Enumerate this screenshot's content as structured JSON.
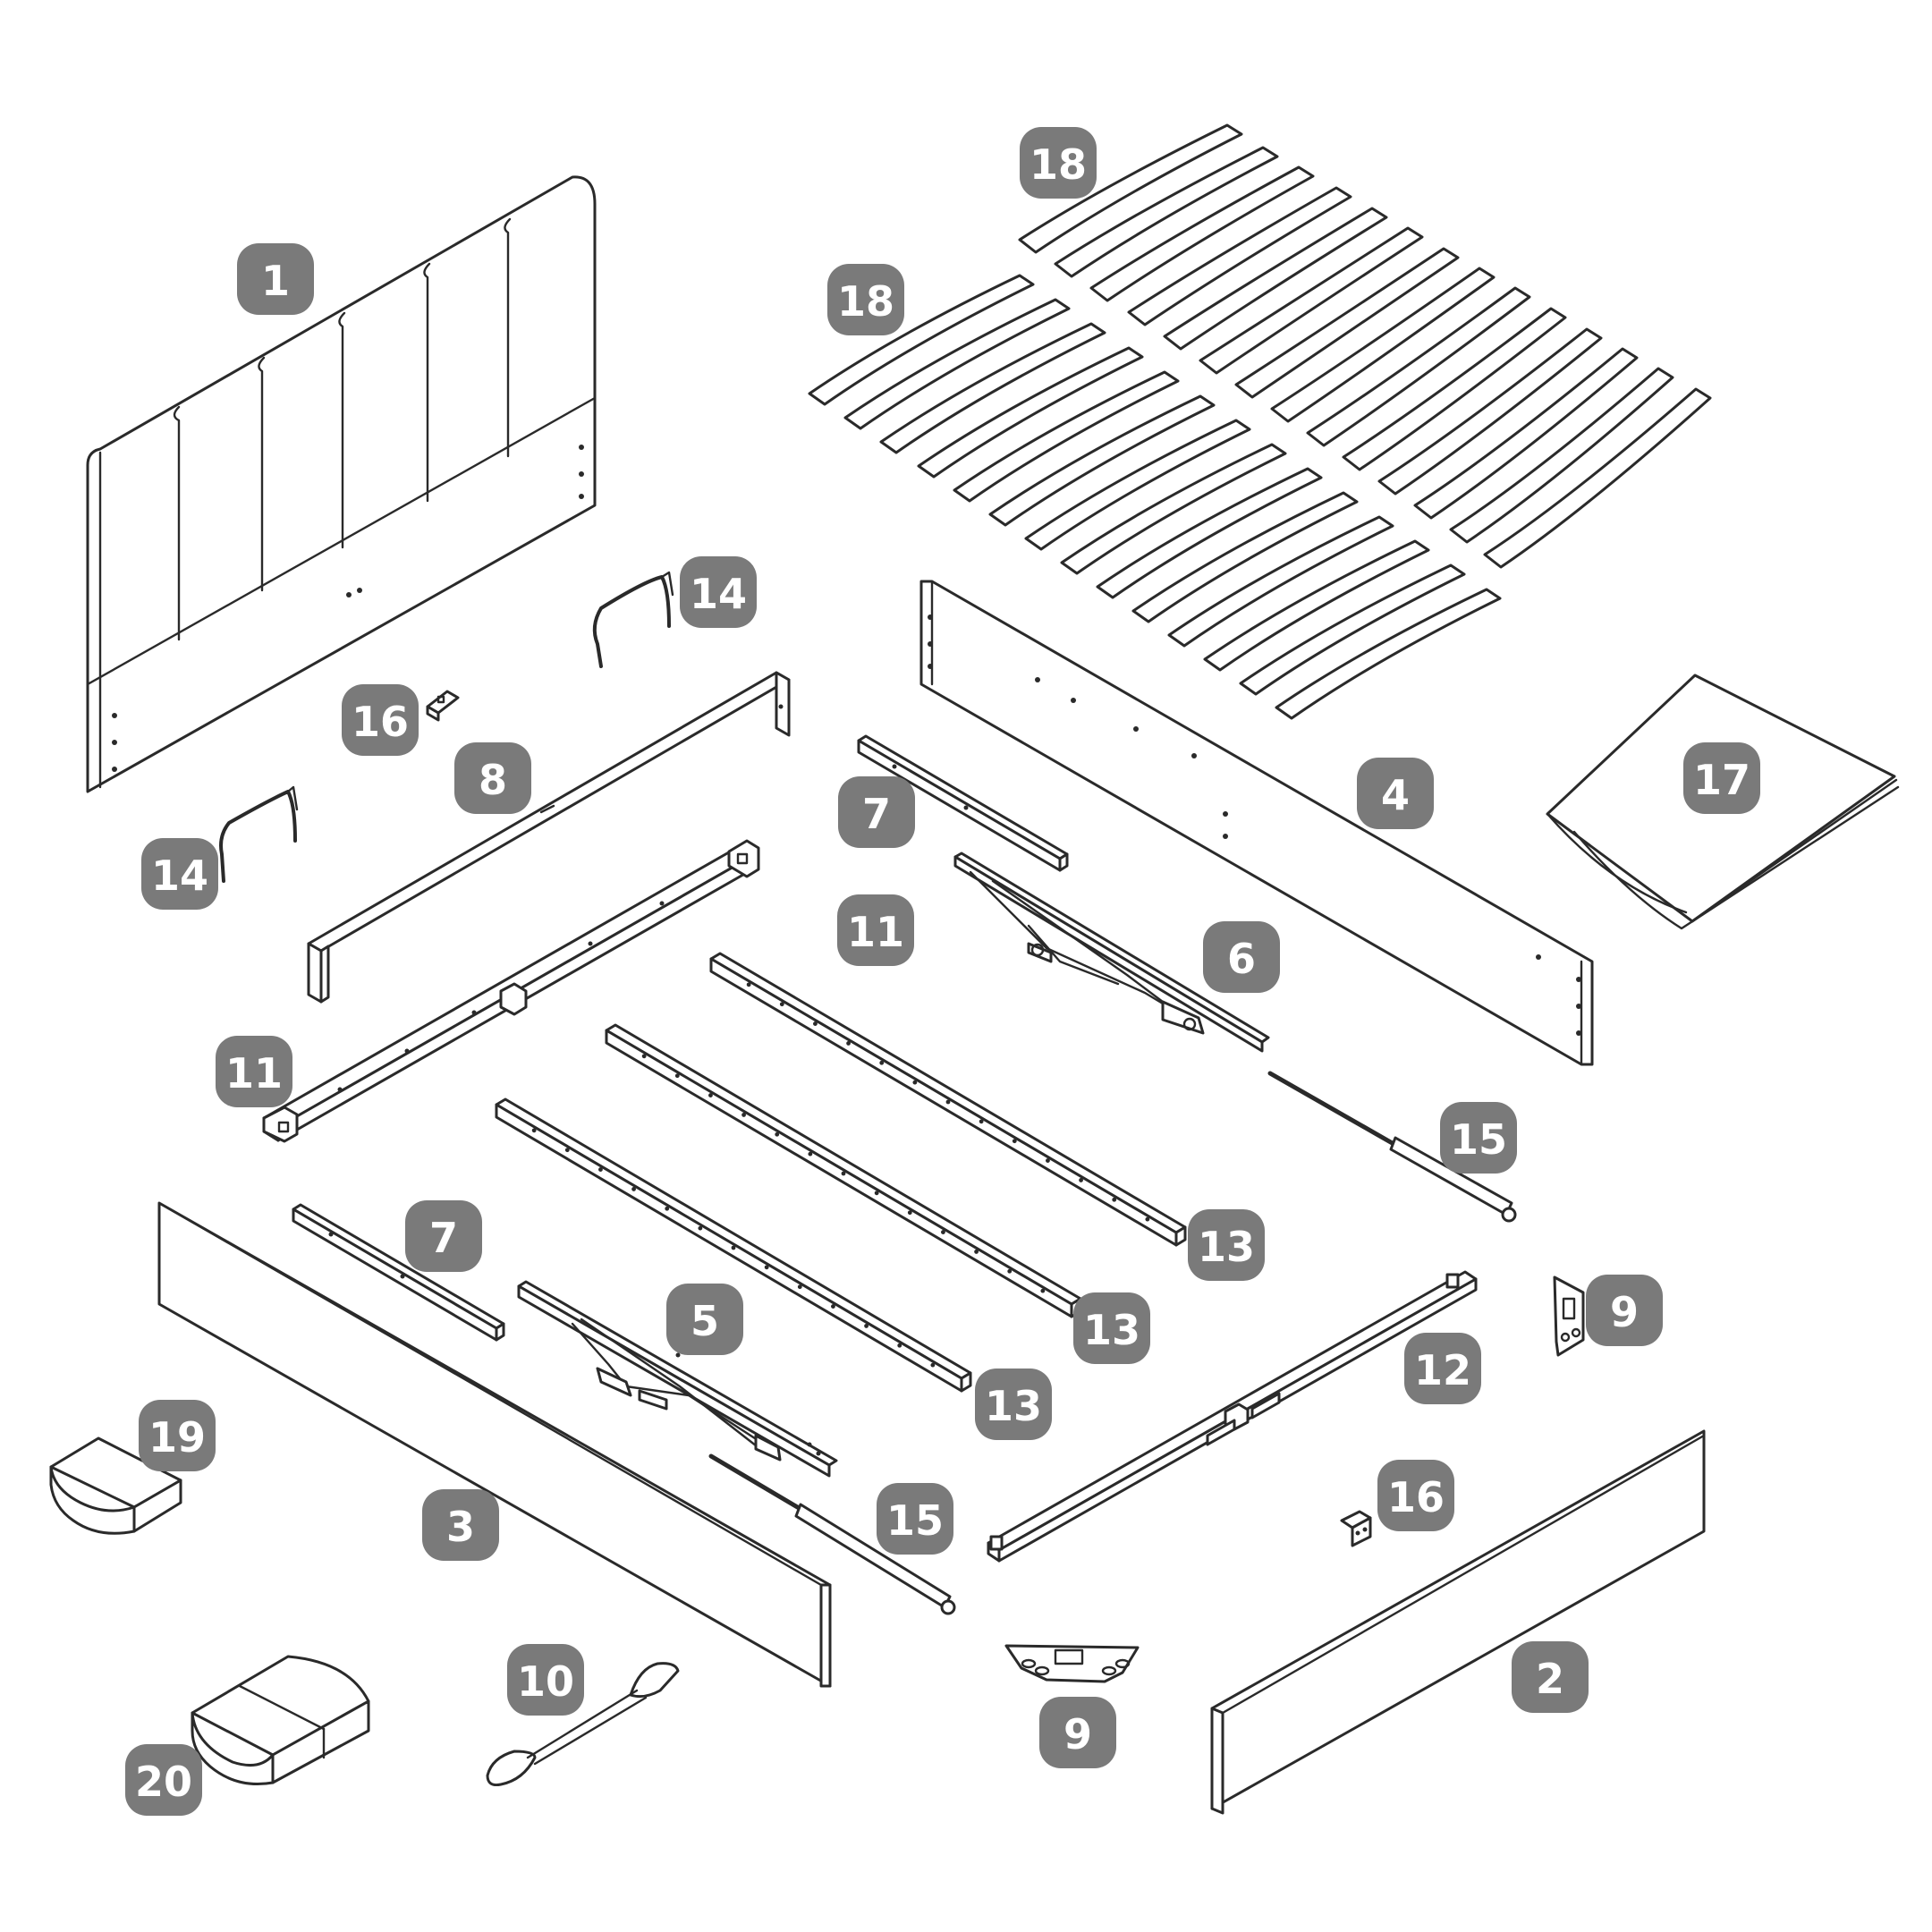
{
  "labels": [
    {
      "id": "headboard",
      "text": "1"
    },
    {
      "id": "footboard",
      "text": "2"
    },
    {
      "id": "side-rail-left",
      "text": "3"
    },
    {
      "id": "side-rail-right",
      "text": "4"
    },
    {
      "id": "lift-mechanism-left",
      "text": "5"
    },
    {
      "id": "lift-mechanism-right",
      "text": "6"
    },
    {
      "id": "short-bar-right",
      "text": "7"
    },
    {
      "id": "short-bar-left",
      "text": "7"
    },
    {
      "id": "head-frame-rail",
      "text": "8"
    },
    {
      "id": "bracket-right",
      "text": "9"
    },
    {
      "id": "bracket-bottom",
      "text": "9"
    },
    {
      "id": "strap",
      "text": "10"
    },
    {
      "id": "frame-rail-a",
      "text": "11"
    },
    {
      "id": "frame-rail-b",
      "text": "11"
    },
    {
      "id": "foot-frame-rail",
      "text": "12"
    },
    {
      "id": "slat-support-a",
      "text": "13"
    },
    {
      "id": "slat-support-b",
      "text": "13"
    },
    {
      "id": "slat-support-c",
      "text": "13"
    },
    {
      "id": "hook-a",
      "text": "14"
    },
    {
      "id": "hook-b",
      "text": "14"
    },
    {
      "id": "gas-strut-right",
      "text": "15"
    },
    {
      "id": "gas-strut-left",
      "text": "15"
    },
    {
      "id": "clip-a",
      "text": "16"
    },
    {
      "id": "clip-b",
      "text": "16"
    },
    {
      "id": "manual",
      "text": "17"
    },
    {
      "id": "slats-right",
      "text": "18"
    },
    {
      "id": "slats-left",
      "text": "18"
    },
    {
      "id": "foot-pad-small",
      "text": "19"
    },
    {
      "id": "foot-pad-large",
      "text": "20"
    }
  ]
}
